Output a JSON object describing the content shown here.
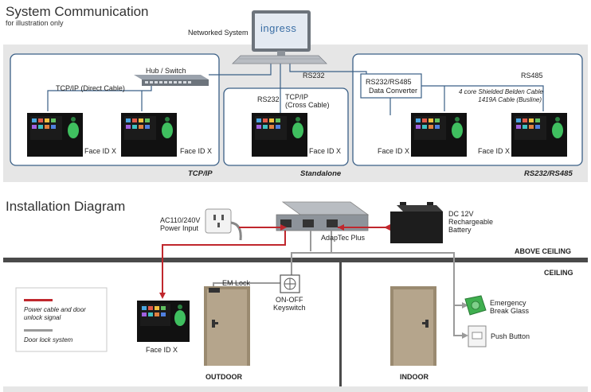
{
  "system": {
    "title": "System Communication",
    "subtitle": "for illustration only",
    "networked_system": "Networked System",
    "monitor_brand": "ingress",
    "hub_switch": "Hub / Switch",
    "tcpip_direct": "TCP/IP (Direct Cable)",
    "rs232_top": "RS232",
    "rs232_standalone": "RS232",
    "tcpip_cross_1": "TCP/IP",
    "tcpip_cross_2": "(Cross Cable)",
    "converter_1": "RS232/RS485",
    "converter_2": "Data Converter",
    "rs485": "RS485",
    "belden_1": "4 core Shielded Belden Cable",
    "belden_2": "1419A Cable (Busline)",
    "device_label": "Face ID X",
    "section_tcpip": "TCP/IP",
    "section_standalone": "Standalone",
    "section_rs": "RS232/RS485"
  },
  "install": {
    "title": "Installation Diagram",
    "power_input_1": "AC110/240V",
    "power_input_2": "Power Input",
    "adaptec": "AdapTec Plus",
    "battery_1": "DC 12V",
    "battery_2": "Rechargeable",
    "battery_3": "Battery",
    "above_ceiling": "ABOVE CEILING",
    "ceiling": "CEILING",
    "em_lock": "EM Lock",
    "keyswitch_1": "ON-OFF",
    "keyswitch_2": "Keyswitch",
    "legend_power_1": "Power cable and door",
    "legend_power_2": "unlock signal",
    "legend_lock": "Door lock system",
    "device_label": "Face ID X",
    "outdoor": "OUTDOOR",
    "indoor": "INDOOR",
    "emergency_1": "Emergency",
    "emergency_2": "Break Glass",
    "push_button": "Push Button"
  },
  "colors": {
    "red": "#c0272d",
    "gray_line": "#9a9a9a",
    "box_border": "#3a5f86",
    "panel_bg": "#e6e6e6",
    "door": "#b5a58c"
  }
}
